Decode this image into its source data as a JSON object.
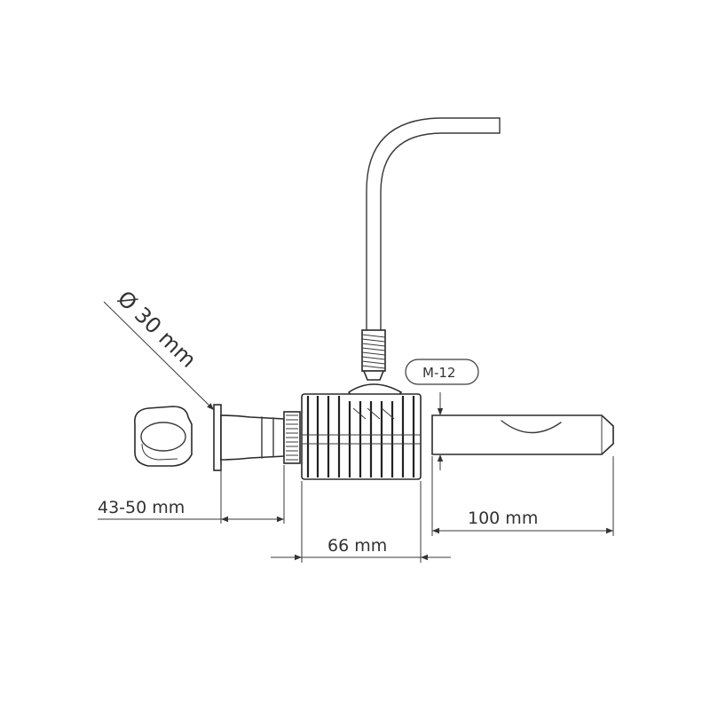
{
  "dimensions": {
    "diameter": "Ø 30 mm",
    "thread": "M-12",
    "clamp_range": "43-50 mm",
    "body_length": "66 mm",
    "shaft_length": "100 mm"
  },
  "colors": {
    "line": "#3a3a3a",
    "background": "#ffffff"
  }
}
